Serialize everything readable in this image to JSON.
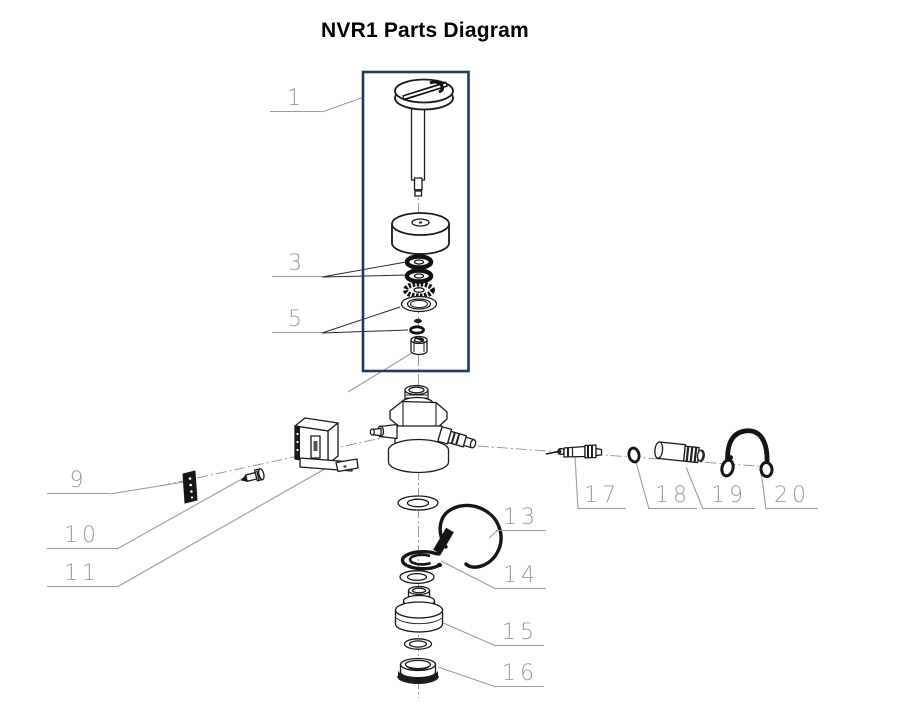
{
  "title": "NVR1 Parts Diagram",
  "callouts": {
    "c1": "1",
    "c3": "3",
    "c5": "5",
    "c9": "9",
    "c10": "10",
    "c11": "11",
    "c13": "13",
    "c14": "14",
    "c15": "15",
    "c16": "16",
    "c17": "17",
    "c18": "18",
    "c19": "19",
    "c20": "20"
  },
  "colors": {
    "line": "#1a1a1a",
    "callout_text": "#9a9a9a",
    "box_outline": "#1f3a5e",
    "background": "#ffffff"
  }
}
